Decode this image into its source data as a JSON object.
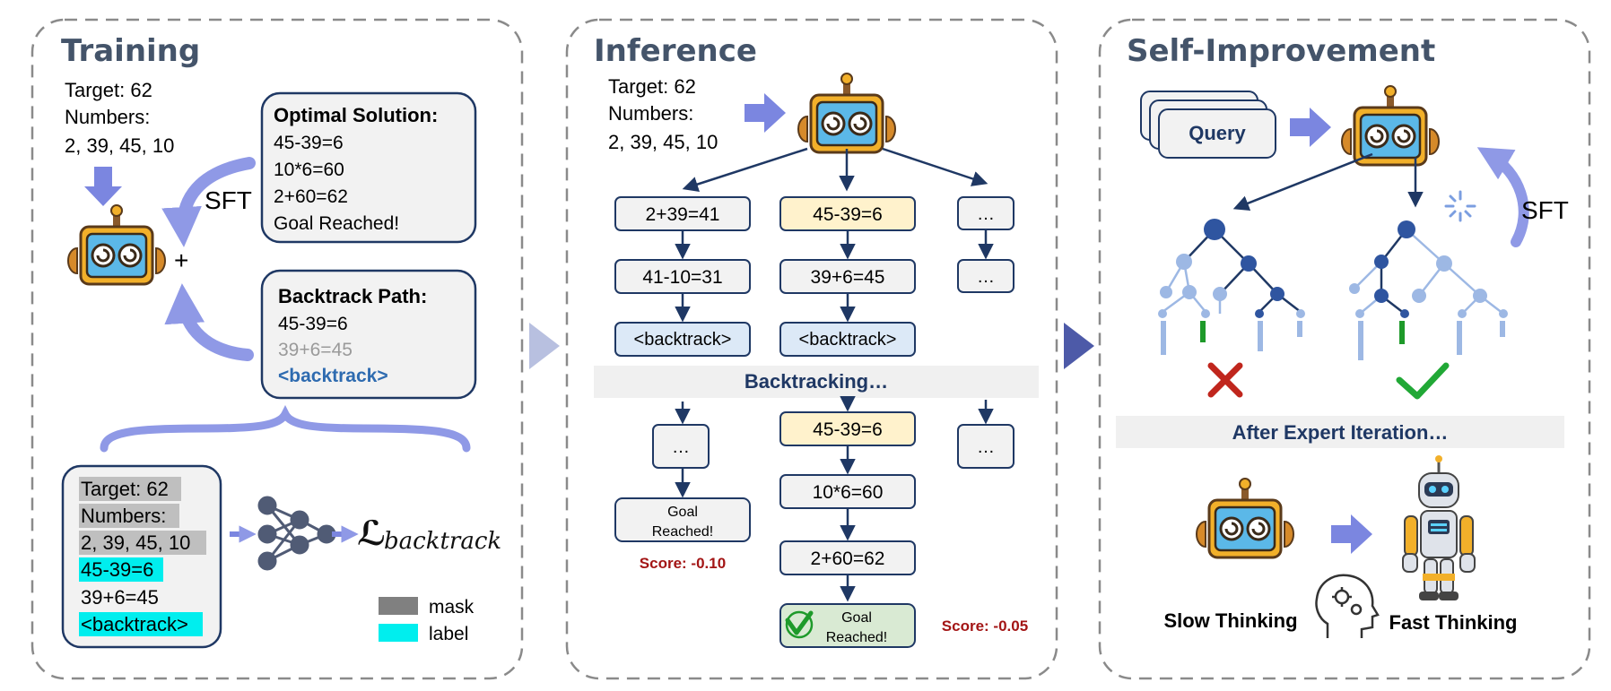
{
  "training": {
    "title": "Training",
    "input": [
      "Target: 62",
      "Numbers:",
      "2, 39, 45, 10"
    ],
    "sft": "SFT",
    "plus": "+",
    "optimal": {
      "heading": "Optimal Solution:",
      "lines": [
        "45-39=6",
        "10*6=60",
        "2+60=62",
        "Goal Reached!"
      ]
    },
    "backtrack": {
      "heading": "Backtrack Path:",
      "lines": [
        "45-39=6",
        "39+6=45",
        "<backtrack>"
      ]
    },
    "sequence": [
      "Target: 62",
      "Numbers:",
      "2, 39, 45, 10",
      "45-39=6",
      "39+6=45",
      "<backtrack>"
    ],
    "loss": "ℒ",
    "loss_sub": "backtrack",
    "legend": [
      {
        "label": "mask",
        "color": "#808080"
      },
      {
        "label": "label",
        "color": "#00eeee"
      }
    ]
  },
  "inference": {
    "title": "Inference",
    "input": [
      "Target: 62",
      "Numbers:",
      "2, 39, 45, 10"
    ],
    "col1": [
      "2+39=41",
      "41-10=31",
      "<backtrack>"
    ],
    "col2": [
      "45-39=6",
      "39+6=45",
      "<backtrack>"
    ],
    "col3": [
      "…",
      "…"
    ],
    "banner": "Backtracking…",
    "low1": [
      "…"
    ],
    "goal1": [
      "Goal",
      "Reached!"
    ],
    "score1": "Score: -0.10",
    "low2": [
      "45-39=6",
      "10*6=60",
      "2+60=62"
    ],
    "goal2": [
      "Goal",
      "Reached!"
    ],
    "score2": "Score: -0.05",
    "low3": [
      "…"
    ]
  },
  "self_improvement": {
    "title": "Self-Improvement",
    "query": "Query",
    "sft": "SFT",
    "banner": "After Expert Iteration…",
    "slow": "Slow Thinking",
    "fast": "Fast Thinking"
  },
  "colors": {
    "navy": "#1f3864",
    "title": "#44546a",
    "arrow_light": "#7b86e0",
    "score": "#a31515",
    "yellow_box": "#fff2cc",
    "blue_box": "#dce9f7",
    "green_box": "#d9ead3",
    "cyan": "#00eeee",
    "gray_mask": "#bfbfbf",
    "cross": "#c0261d",
    "check": "#21a836",
    "tree_dark": "#2f55a0",
    "tree_light": "#9db8e4"
  }
}
